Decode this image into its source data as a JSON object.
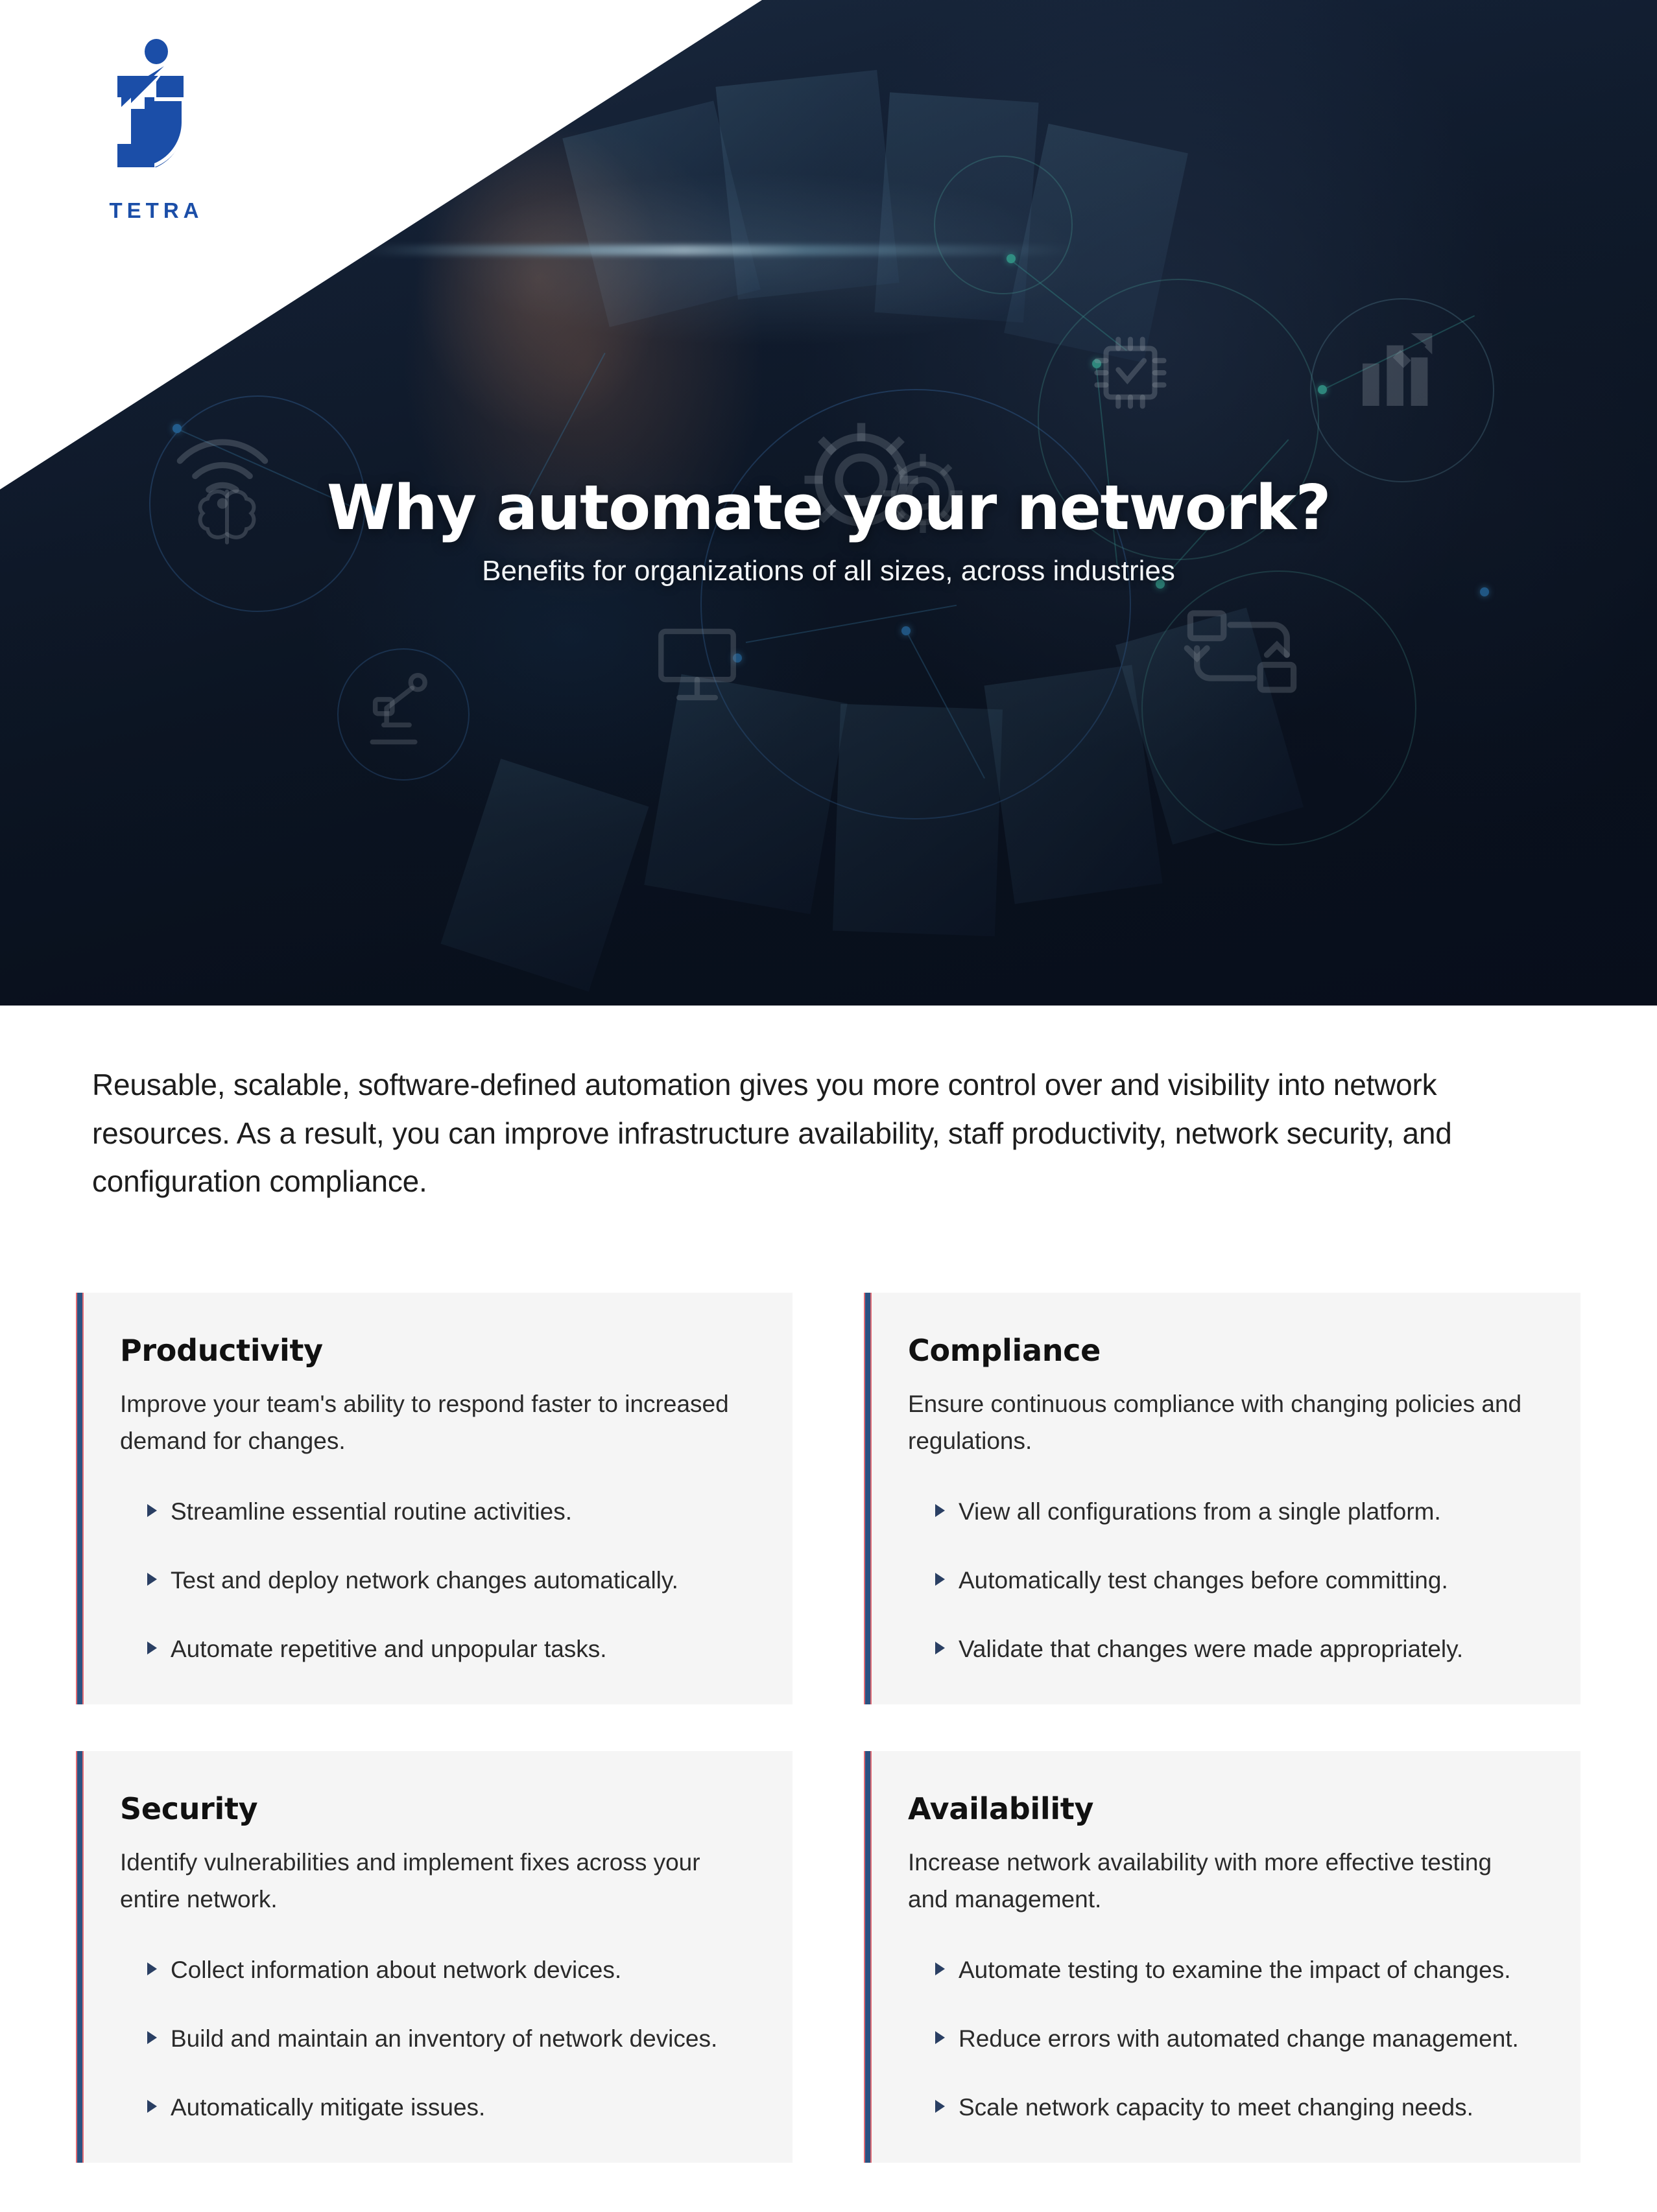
{
  "brand": {
    "logo_icon": "tetra-figure-logo",
    "wordmark": "TETRA",
    "logo_color": "#1b4ea8"
  },
  "hero": {
    "title": "Why automate your network?",
    "subtitle": "Benefits for organizations of all sizes, across industries",
    "background_image": "abstract-network-automation-hud-photo",
    "overlay_icons": [
      "wifi-icon",
      "brain-icon",
      "robot-arm-icon",
      "cpu-check-icon",
      "bar-chart-icon",
      "gear-icon",
      "workflow-loop-icon",
      "monitor-icon"
    ]
  },
  "intro": {
    "paragraph": "Reusable, scalable, software-defined automation gives you more control over and visibility into network resources. As a result, you can improve infrastructure availability, staff productivity, network security, and configuration compliance."
  },
  "cards": [
    {
      "title": "Productivity",
      "description": "Improve your team's ability to respond faster to increased demand for changes.",
      "bullets": [
        "Streamline essential routine activities.",
        "Test and deploy network changes automatically.",
        "Automate repetitive and unpopular tasks."
      ]
    },
    {
      "title": "Compliance",
      "description": "Ensure continuous compliance with changing policies and regulations.",
      "bullets": [
        "View all configurations from a single platform.",
        "Automatically test changes before committing.",
        "Validate that changes were made appropriately."
      ]
    },
    {
      "title": "Security",
      "description": "Identify vulnerabilities and implement fixes across your entire network.",
      "bullets": [
        "Collect information about network devices.",
        "Build and maintain an inventory of network devices.",
        "Automatically mitigate issues."
      ]
    },
    {
      "title": "Availability",
      "description": "Increase network availability with more effective testing and management.",
      "bullets": [
        "Automate testing to examine the impact of changes.",
        "Reduce errors with automated change management.",
        "Scale network capacity to meet changing needs."
      ]
    }
  ],
  "theme": {
    "accent_bar": "#2a5282",
    "accent_bar_edge": "#e06b74",
    "card_background": "#f5f5f5",
    "hero_base": "#101b2c",
    "page_background": "#ffffff",
    "heading_color": "#111111",
    "body_color": "#2a2a2a"
  }
}
